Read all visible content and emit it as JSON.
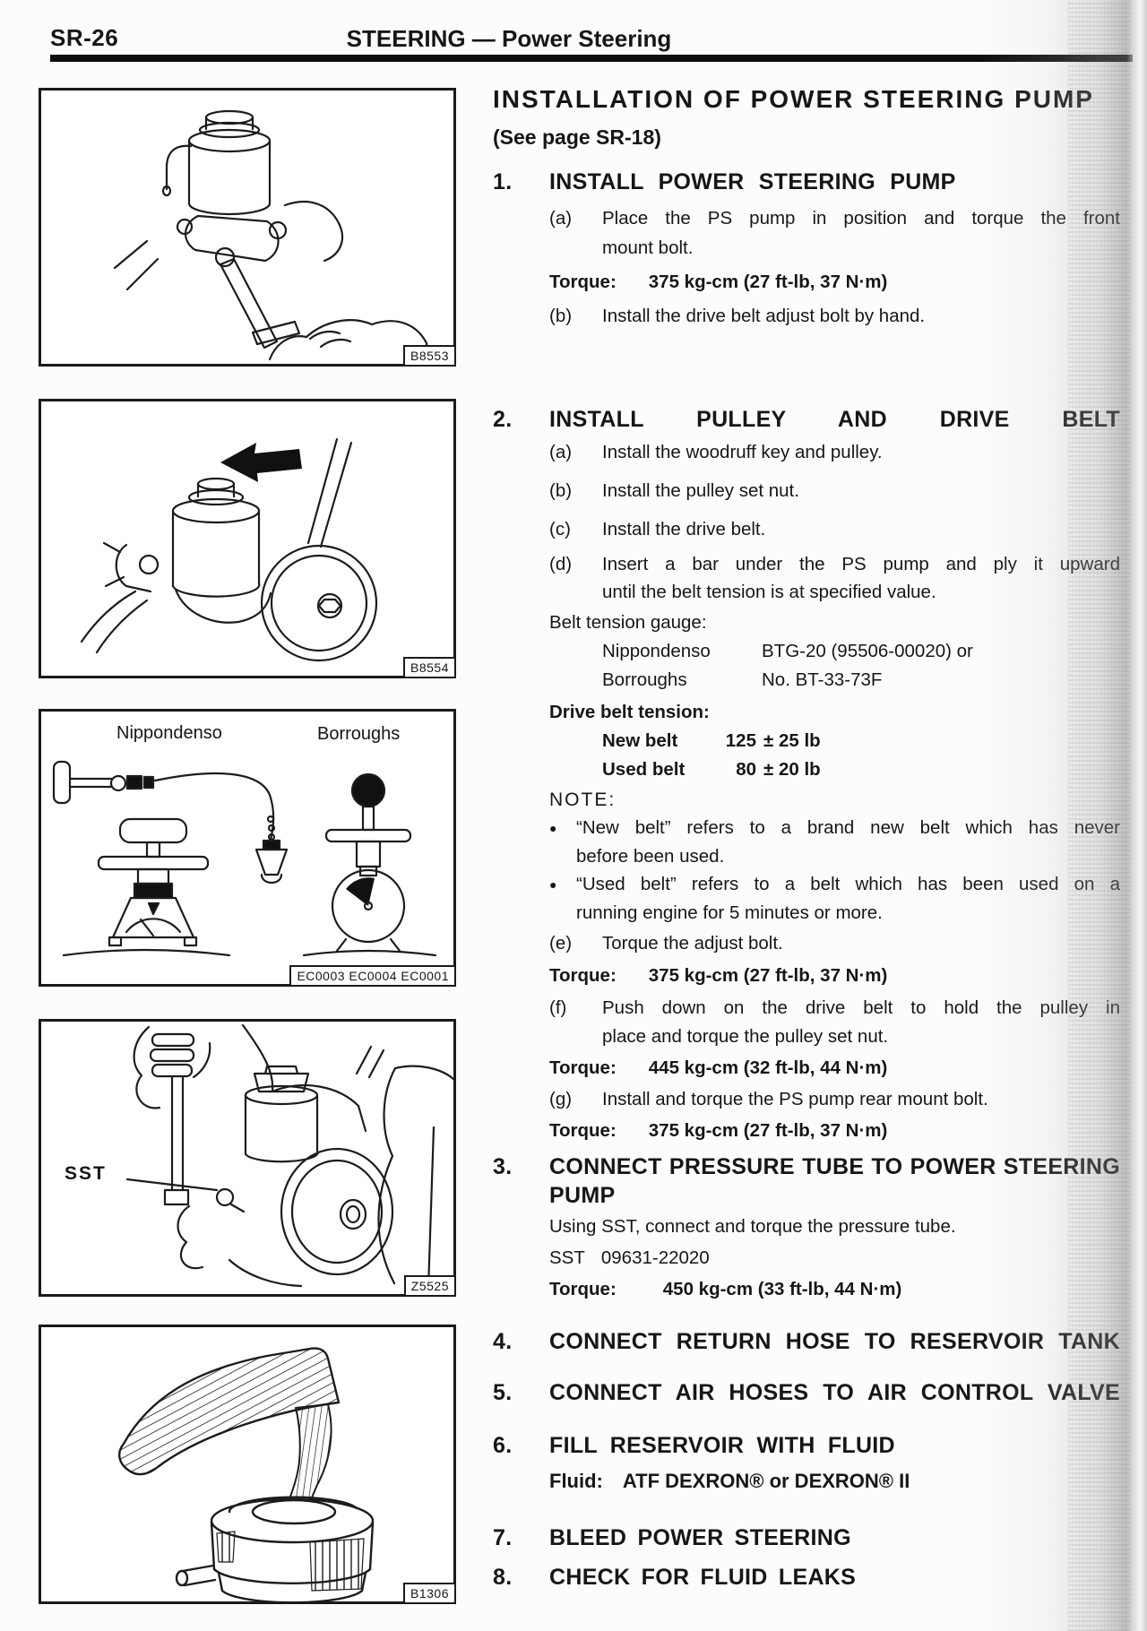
{
  "page": {
    "number": "SR-26",
    "header": "STEERING — Power Steering"
  },
  "doc": {
    "title": "INSTALLATION OF POWER STEERING PUMP",
    "see_page": "(See page SR-18)",
    "bullet": "●"
  },
  "s1": {
    "num": "1.",
    "heading": "INSTALL POWER STEERING PUMP",
    "a_label": "(a)",
    "a_line1": "Place the PS pump in position and torque the front",
    "a_line2": "mount bolt.",
    "torque_label": "Torque:",
    "torque_value": "375 kg-cm (27 ft-lb, 37 N·m)",
    "b_label": "(b)",
    "b_text": "Install the drive belt adjust bolt by hand."
  },
  "s2": {
    "num": "2.",
    "heading": "INSTALL PULLEY AND DRIVE BELT",
    "a_label": "(a)",
    "a_text": "Install the woodruff key and pulley.",
    "b_label": "(b)",
    "b_text": "Install the pulley set nut.",
    "c_label": "(c)",
    "c_text": "Install the drive belt.",
    "d_label": "(d)",
    "d_line1": "Insert a bar under the PS pump and ply it upward",
    "d_line2": "until the belt tension is at specified value.",
    "gauge_heading": "Belt tension gauge:",
    "gauge1_name": "Nippondenso",
    "gauge1_value": "BTG-20 (95506-00020) or",
    "gauge2_name": "Borroughs",
    "gauge2_value": "No. BT-33-73F",
    "tension_heading": "Drive belt tension:",
    "tension1_name": "New belt",
    "tension1_num": "125",
    "tension1_rest": "± 25 lb",
    "tension2_name": "Used belt",
    "tension2_num": "80",
    "tension2_rest": "± 20 lb",
    "note_heading": "NOTE:",
    "note1_line1": "“New belt” refers to a brand new belt which has never",
    "note1_line2": "before been used.",
    "note2_line1": "“Used belt” refers to a belt which has been used on a",
    "note2_line2": "running engine for 5 minutes or more.",
    "e_label": "(e)",
    "e_text": "Torque the adjust bolt.",
    "torque_e_label": "Torque:",
    "torque_e_value": "375 kg-cm (27 ft-lb, 37 N·m)",
    "f_label": "(f)",
    "f_line1": "Push down on the drive belt to hold the pulley in",
    "f_line2": "place and torque the pulley set nut.",
    "torque_f_label": "Torque:",
    "torque_f_value": "445 kg-cm (32 ft-lb, 44 N·m)",
    "g_label": "(g)",
    "g_text": "Install and torque the PS pump rear mount bolt.",
    "torque_g_label": "Torque:",
    "torque_g_value": "375 kg-cm (27 ft-lb, 37 N·m)"
  },
  "s3": {
    "num": "3.",
    "heading_line1": "CONNECT PRESSURE TUBE TO POWER STEERING",
    "heading_line2": "PUMP",
    "body": "Using SST, connect and torque the pressure tube.",
    "sst_label": "SST",
    "sst_value": "09631-22020",
    "torque_label": "Torque:",
    "torque_value": "450 kg-cm (33 ft-lb, 44 N·m)"
  },
  "s4": {
    "num": "4.",
    "heading": "CONNECT RETURN HOSE TO RESERVOIR TANK"
  },
  "s5": {
    "num": "5.",
    "heading": "CONNECT AIR HOSES TO AIR CONTROL VALVE"
  },
  "s6": {
    "num": "6.",
    "heading": "FILL RESERVOIR WITH FLUID",
    "fluid_label": "Fluid:",
    "fluid_value": "ATF DEXRON® or DEXRON® II"
  },
  "s7": {
    "num": "7.",
    "heading": "BLEED POWER STEERING"
  },
  "s8": {
    "num": "8.",
    "heading": "CHECK FOR FLUID LEAKS"
  },
  "figures": {
    "fig1": {
      "code": "B8553"
    },
    "fig2": {
      "code": "B8554"
    },
    "fig3": {
      "code": "EC0003 EC0004 EC0001",
      "label_left": "Nippondenso",
      "label_right": "Borroughs"
    },
    "fig4": {
      "code": "Z5525",
      "label": "SST"
    },
    "fig5": {
      "code": "B1306"
    }
  }
}
